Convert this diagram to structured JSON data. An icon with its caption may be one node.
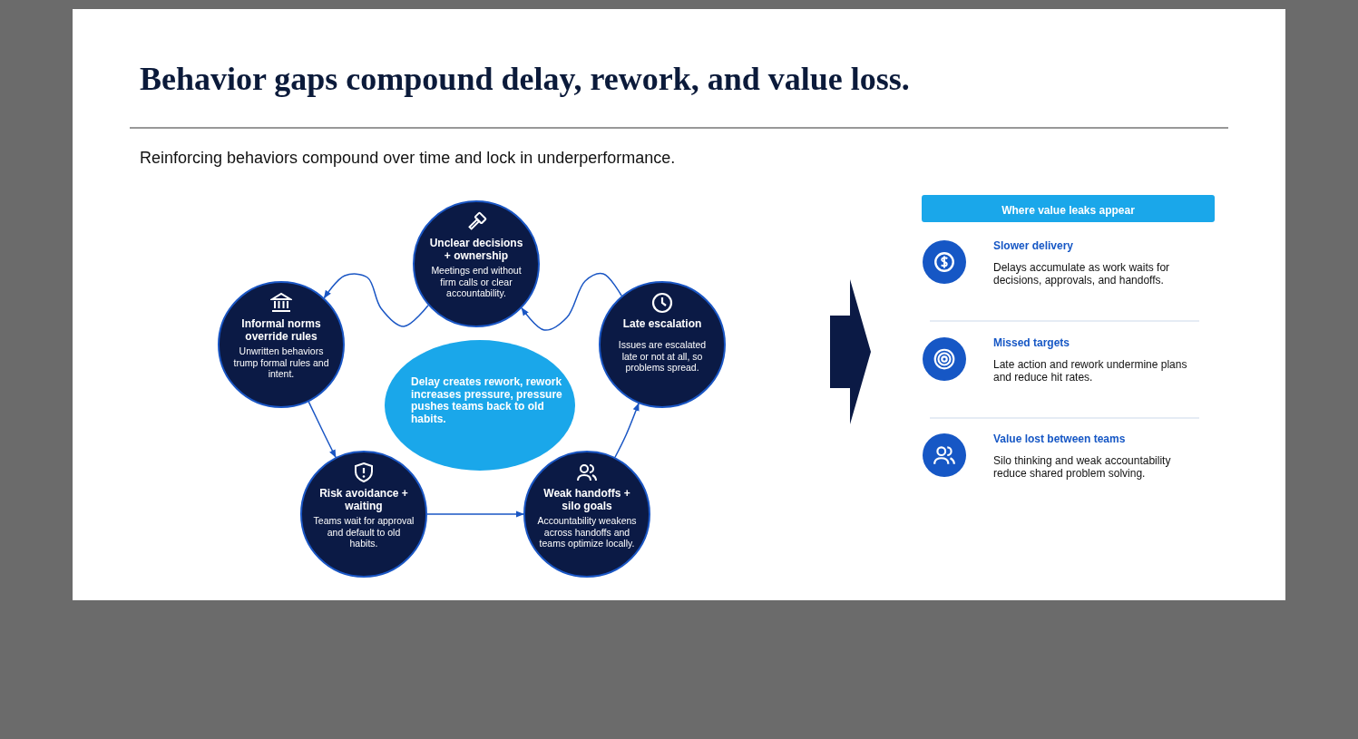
{
  "diagram": {
    "title": "Behavior gaps compound delay, rework, and value loss.",
    "nodes": [
      {
        "text": [
          "Unclear decisions + ownership",
          "Meetings end without firm calls or clear accountability."
        ]
      },
      {
        "text": [
          "Informal norms override rules",
          "Unwritten behaviors trump formal rules and intent."
        ]
      },
      {
        "text": [
          "Late escalation",
          "Issues are escalated late or not at all, so problems spread."
        ]
      },
      {
        "text": [
          "Delay creates rework, rework increases pressure, pressure pushes teams back to old habits."
        ]
      },
      {
        "text": [
          "Risk avoidance + waiting",
          "Teams wait for approval and default to old habits."
        ]
      },
      {
        "text": [
          "Weak handoffs + silo goals",
          "Accountability weakens across handoffs and teams optimize locally."
        ]
      },
      {
        "text": [
          "Where value leaks appear"
        ]
      }
    ],
    "edges": [
      {
        "from": 0,
        "to": 1,
        "arrow": "to"
      },
      {
        "from": 1,
        "to": 4,
        "arrow": "to"
      },
      {
        "from": 4,
        "to": 5,
        "arrow": "to"
      },
      {
        "from": 5,
        "to": 2,
        "arrow": "to"
      },
      {
        "from": 2,
        "to": 0,
        "arrow": "to"
      }
    ],
    "labels": [
      "Reinforcing behaviors compound over time and lock in underperformance.",
      "Slower delivery",
      "Delays accumulate as work waits for decisions, approvals, and handoffs.",
      "Missed targets",
      "Late action and rework undermine plans and reduce hit rates.",
      "Value lost between teams",
      "Silo thinking and weak accountability reduce shared problem solving."
    ]
  }
}
